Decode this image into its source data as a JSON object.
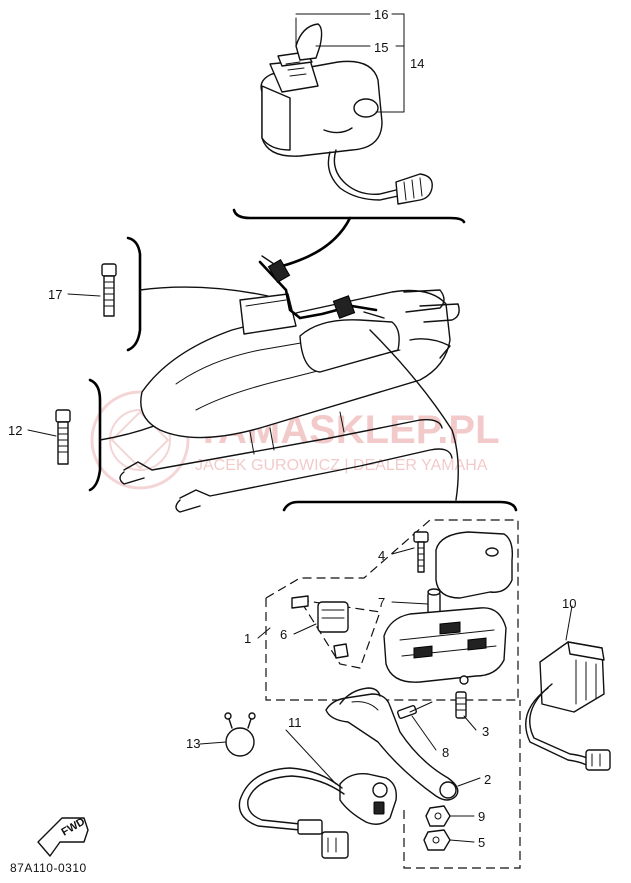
{
  "diagram": {
    "code": "87A110-0310",
    "direction_label": "FWD"
  },
  "watermark": {
    "title": "YAMASKLEP.PL",
    "subtitle": "JACEK GUROWICZ | DEALER YAMAHA",
    "color": "#e8a0a0"
  },
  "callouts": {
    "p1": "1",
    "p2": "2",
    "p3": "3",
    "p4": "4",
    "p5": "5",
    "p6": "6",
    "p7": "7",
    "p8": "8",
    "p9": "9",
    "p10": "10",
    "p11": "11",
    "p12": "12",
    "p13": "13",
    "p14": "14",
    "p15": "15",
    "p16": "16",
    "p17": "17"
  }
}
